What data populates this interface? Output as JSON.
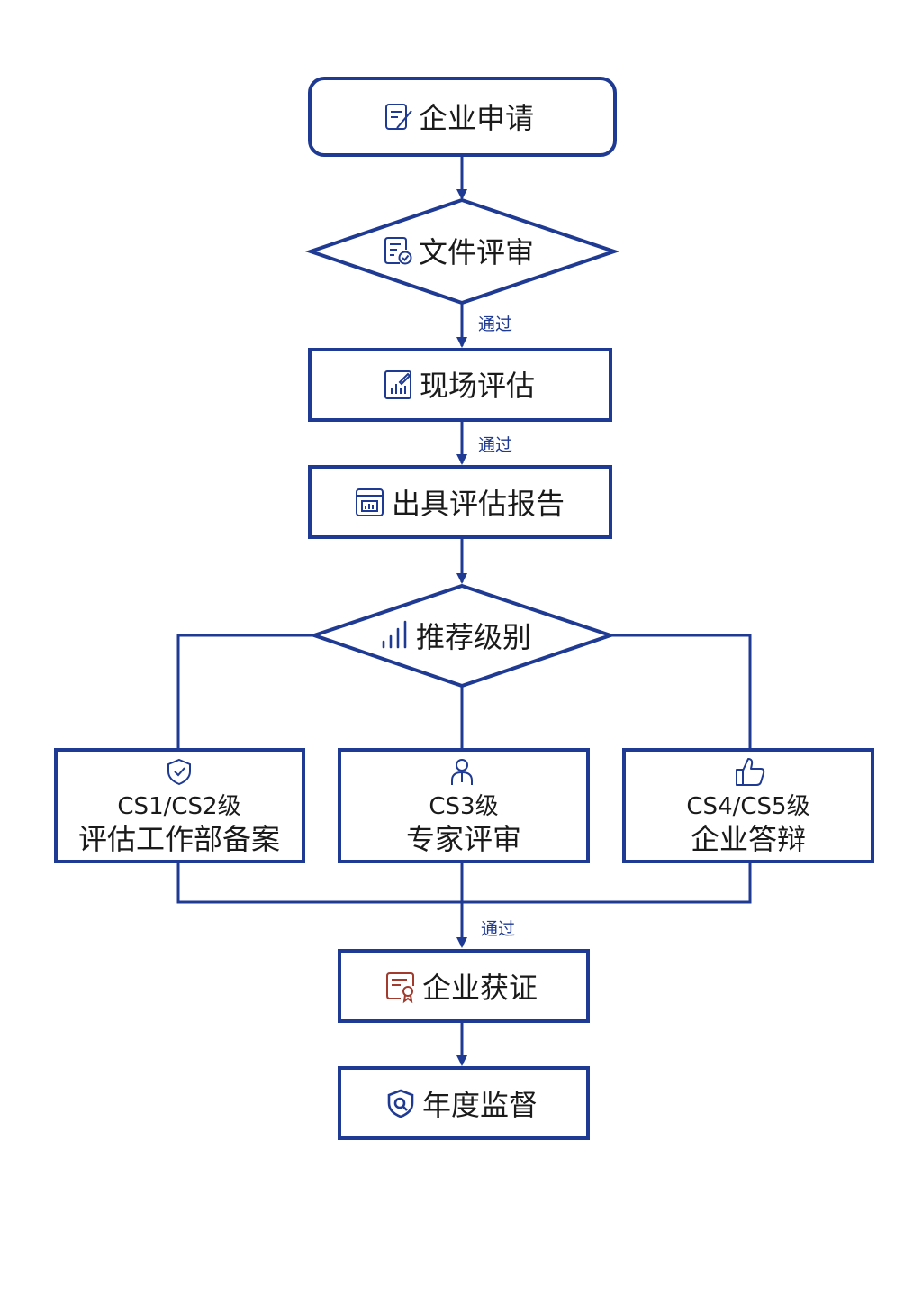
{
  "diagram": {
    "colors": {
      "stroke": "#1f3a93",
      "text": "#1a1a1a",
      "accent_red": "#a23a2d"
    },
    "nodes": {
      "apply": {
        "label": "企业申请",
        "icon": "form-edit-icon"
      },
      "doc_review": {
        "label": "文件评审",
        "icon": "document-check-icon"
      },
      "onsite": {
        "label": "现场评估",
        "icon": "chart-edit-icon"
      },
      "report": {
        "label": "出具评估报告",
        "icon": "report-chart-icon"
      },
      "recommend": {
        "label": "推荐级别",
        "icon": "signal-bars-icon"
      },
      "cs12": {
        "line1": "CS1/CS2级",
        "line2": "评估工作部备案",
        "icon": "shield-check-icon"
      },
      "cs3": {
        "line1": "CS3级",
        "line2": "专家评审",
        "icon": "expert-person-icon"
      },
      "cs45": {
        "line1": "CS4/CS5级",
        "line2": "企业答辩",
        "icon": "thumbs-up-icon"
      },
      "certified": {
        "label": "企业获证",
        "icon": "certificate-icon"
      },
      "supervision": {
        "label": "年度监督",
        "icon": "shield-search-icon"
      }
    },
    "edge_labels": {
      "after_doc_review": "通过",
      "after_onsite": "通过",
      "after_levels": "通过"
    }
  }
}
